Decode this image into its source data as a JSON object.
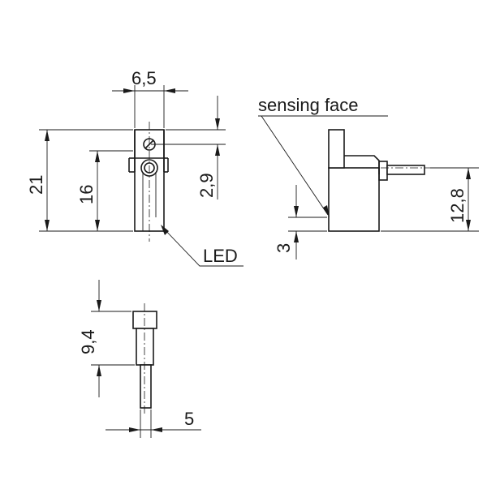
{
  "labels": {
    "dim_width": "6,5",
    "dim_total_height": "21",
    "dim_body_height": "16",
    "dim_screw_offset": "2,9",
    "led": "LED",
    "sensing_face": "sensing face",
    "dim_side_height": "12,8",
    "dim_sensing_offset": "3",
    "dim_bottom_height": "9,4",
    "dim_bottom_width": "5"
  }
}
